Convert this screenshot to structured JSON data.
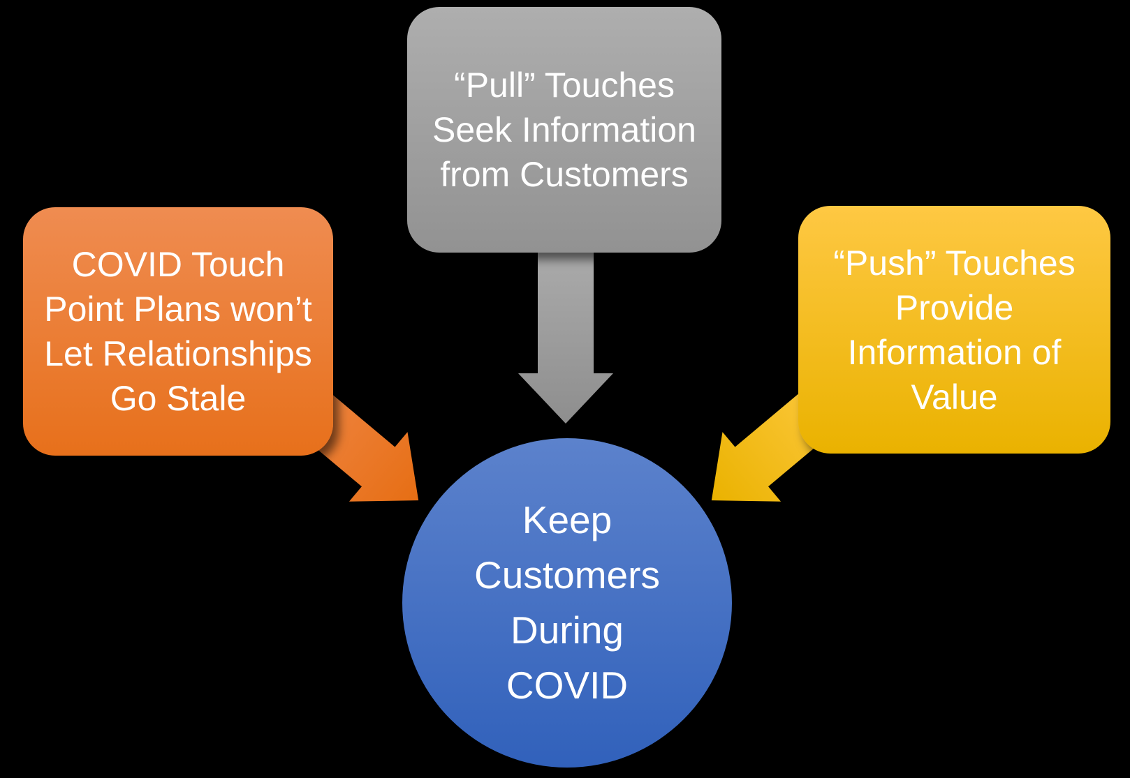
{
  "diagram": {
    "top_box": {
      "lines": [
        "“Pull” Touches",
        "Seek Information",
        "from Customers"
      ]
    },
    "left_box": {
      "lines": [
        "COVID Touch",
        "Point Plans won’t",
        "Let Relationships",
        "Go Stale"
      ]
    },
    "right_box": {
      "lines": [
        "“Push” Touches",
        "Provide",
        "Information of",
        "Value"
      ]
    },
    "center_circle": {
      "lines": [
        "Keep",
        "Customers",
        "During",
        "COVID"
      ]
    },
    "colors": {
      "background": "#000000",
      "text": "#FFFFFF",
      "orange_top": "#EF8C51",
      "orange_bottom": "#E7701B",
      "gray_top": "#AEAEAE",
      "gray_bottom": "#929292",
      "yellow_top": "#FEC843",
      "yellow_bottom": "#EAB200",
      "blue_top": "#5C82CC",
      "blue_bottom": "#3161BB"
    }
  }
}
